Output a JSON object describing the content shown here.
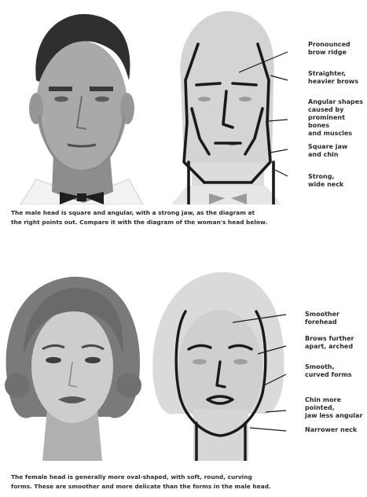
{
  "male": {
    "caption_line1": "The male head is square and angular, with a strong jaw, as the diagram at",
    "caption_line2": "the right points out. Compare it with the diagram of the woman's head below.",
    "labels": [
      {
        "key": "brow_ridge",
        "lines": [
          "Pronounced",
          "brow ridge"
        ]
      },
      {
        "key": "brows",
        "lines": [
          "Straighter,",
          "heavier brows"
        ]
      },
      {
        "key": "angular",
        "lines": [
          "Angular shapes",
          "caused by",
          "prominent bones",
          "and muscles"
        ]
      },
      {
        "key": "jaw",
        "lines": [
          "Square jaw",
          "and chin"
        ]
      },
      {
        "key": "neck",
        "lines": [
          "Strong,",
          "wide neck"
        ]
      }
    ]
  },
  "female": {
    "caption_line1": "The female head is generally more oval-shaped, with soft, round, curving",
    "caption_line2": "forms. These are smoother and more delicate than the forms in the male head.",
    "labels": [
      {
        "key": "forehead",
        "lines": [
          "Smoother forehead"
        ]
      },
      {
        "key": "brows",
        "lines": [
          "Brows further",
          "apart, arched"
        ]
      },
      {
        "key": "curved",
        "lines": [
          "Smooth,",
          "curved forms"
        ]
      },
      {
        "key": "chin",
        "lines": [
          "Chin more pointed,",
          "jaw less angular"
        ]
      },
      {
        "key": "neck",
        "lines": [
          "Narrower neck"
        ]
      }
    ]
  },
  "colors": {
    "diagram_line": "#1a1a1a",
    "diagram_fill": "#d9d9d9",
    "photo_bg": "#ffffff"
  }
}
